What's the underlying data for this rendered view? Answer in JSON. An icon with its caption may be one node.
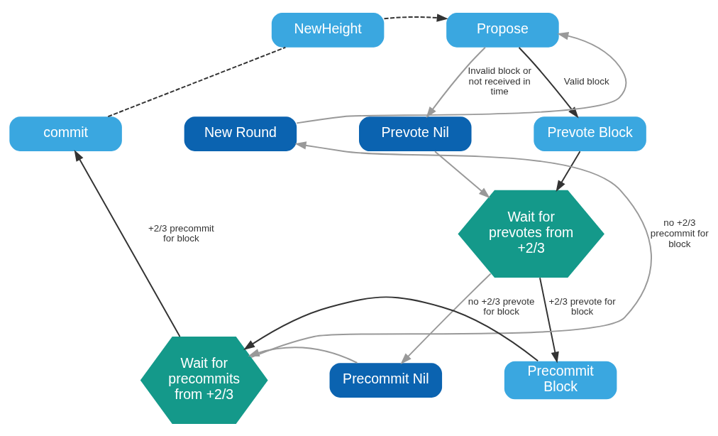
{
  "diagram": {
    "nodes": [
      {
        "text": [
          "NewHeight"
        ]
      },
      {
        "text": [
          "Propose"
        ]
      },
      {
        "text": [
          "commit"
        ]
      },
      {
        "text": [
          "New Round"
        ]
      },
      {
        "text": [
          "Prevote Nil"
        ]
      },
      {
        "text": [
          "Prevote Block"
        ]
      },
      {
        "text": [
          "Wait for prevotes from +2/3"
        ]
      },
      {
        "text": [
          "Precommit Nil"
        ]
      },
      {
        "text": [
          "Wait for precommits from +2/3"
        ]
      },
      {
        "text": [
          "Precommit Block"
        ]
      }
    ],
    "edges": [
      {
        "from": 0,
        "to": 1,
        "arrow": "to",
        "style": "dashed",
        "color": "#333333"
      },
      {
        "from": 2,
        "to": 0,
        "arrow": "none",
        "style": "dashed",
        "color": "#333333"
      },
      {
        "from": 3,
        "to": 1,
        "arrow": "to",
        "color": "#999999"
      },
      {
        "from": 1,
        "to": 4,
        "arrow": "to",
        "label": "Invalid block or not received in time",
        "color": "#999999"
      },
      {
        "from": 1,
        "to": 5,
        "arrow": "to",
        "label": "Valid block",
        "color": "#333333"
      },
      {
        "from": 4,
        "to": 6,
        "arrow": "to",
        "color": "#999999"
      },
      {
        "from": 5,
        "to": 6,
        "arrow": "to",
        "color": "#333333"
      },
      {
        "from": 6,
        "to": 7,
        "arrow": "to",
        "label": "no +2/3 prevote for block",
        "color": "#999999"
      },
      {
        "from": 6,
        "to": 9,
        "arrow": "to",
        "label": "+2/3 prevote for block",
        "color": "#333333"
      },
      {
        "from": 7,
        "to": 8,
        "arrow": "to",
        "color": "#999999"
      },
      {
        "from": 9,
        "to": 8,
        "arrow": "to",
        "color": "#333333"
      },
      {
        "from": 8,
        "to": 2,
        "arrow": "to",
        "label": "+2/3 precommit for block",
        "color": "#333333"
      },
      {
        "from": 8,
        "to": 3,
        "arrow": "to",
        "label": "no +2/3 precommit for block",
        "color": "#999999"
      }
    ]
  }
}
